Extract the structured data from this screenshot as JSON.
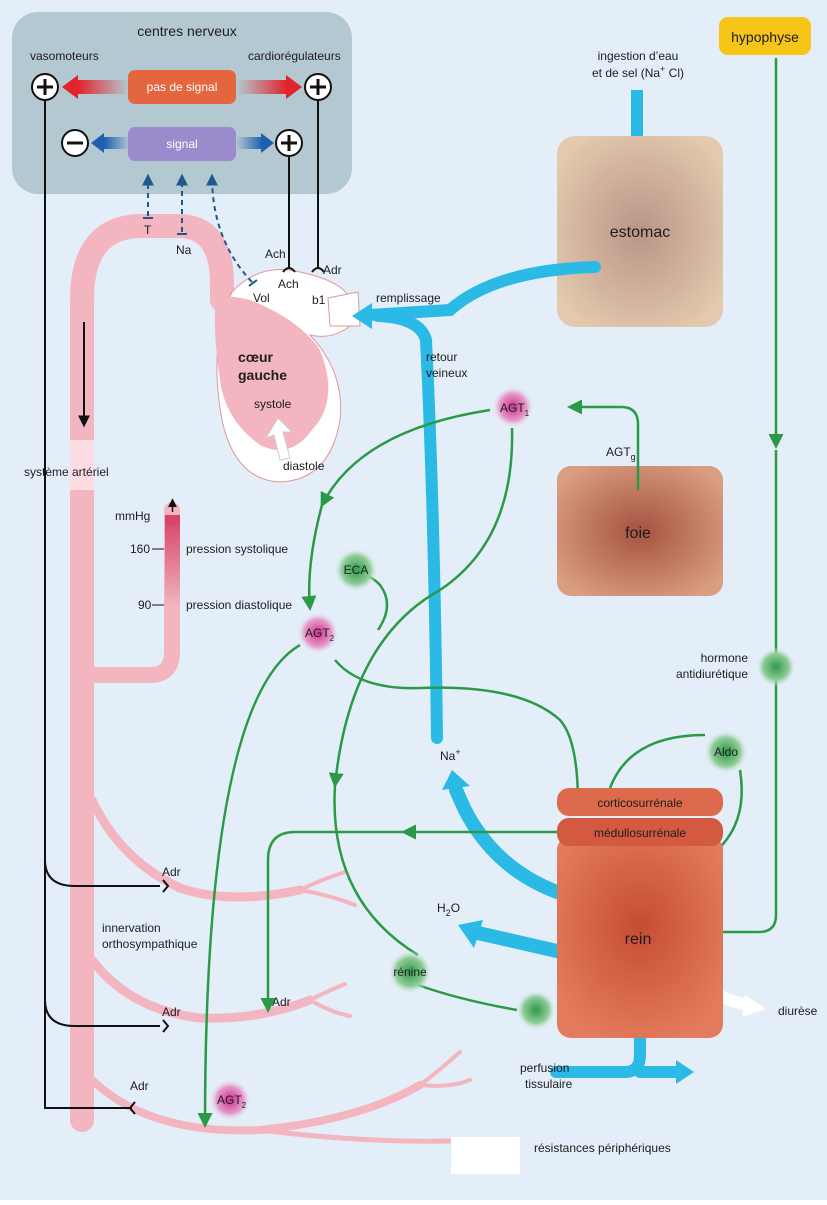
{
  "centres": {
    "title": "centres nerveux",
    "vasomoteurs": "vasomoteurs",
    "cardioregulateurs": "cardiorégulateurs",
    "pas_de_signal": "pas de signal",
    "signal": "signal",
    "plus": "+",
    "minus": "−"
  },
  "heart": {
    "T": "T",
    "Na": "Na",
    "Ach1": "Ach",
    "Ach2": "Ach",
    "Adr": "Adr",
    "b1": "b1",
    "Vol": "Vol",
    "title1": "cœur",
    "title2": "gauche",
    "systole": "systole",
    "diastole": "diastole",
    "remplissage": "remplissage"
  },
  "arterial": {
    "systeme": "système artériel",
    "mmhg": "mmHg",
    "v160": "160",
    "v90": "90",
    "systolic": "pression systolique",
    "diastolic": "pression diastolique",
    "innervation1": "innervation",
    "innervation2": "orthosympathique",
    "adr": "Adr",
    "resistances": "résistances périphériques"
  },
  "organs": {
    "hypophyse": "hypophyse",
    "ingestion1": "ingestion d’eau",
    "ingestion2": "et de sel (Na",
    "ingestion_sup": "+",
    "ingestion3": " Cl)",
    "estomac": "estomac",
    "retour1": "retour",
    "retour2": "veineux",
    "foie": "foie",
    "agt": "AGT",
    "agt_sub1": "1",
    "agt_sub2": "2",
    "agt_subg": "g",
    "eca": "ECA",
    "hormone1": "hormone",
    "hormone2": "antidiurétique",
    "aldo": "Aldo",
    "na": "Na",
    "na_sup": "+",
    "cortico": "corticosurrénale",
    "medullo": "médullosurrénale",
    "rein": "rein",
    "h2o": "H",
    "h2o_sub": "2",
    "h2o_end": "O",
    "renine": "rénine",
    "diurese": "diurèse",
    "perfusion1": "perfusion",
    "perfusion2": "tissulaire"
  },
  "colors": {
    "background": "#e4eef8",
    "panel": "#b3c8d1",
    "pink": "#f3b5c0",
    "green": "#2a9a46",
    "blue": "#2bb9e6",
    "red_arrow": "#e2232c",
    "blue_arrow": "#1f5fb0",
    "orange_box": "#e4663f",
    "violet_box": "#9b8bcc",
    "yellow": "#f5c518",
    "kidney": "#dc6a4d"
  }
}
